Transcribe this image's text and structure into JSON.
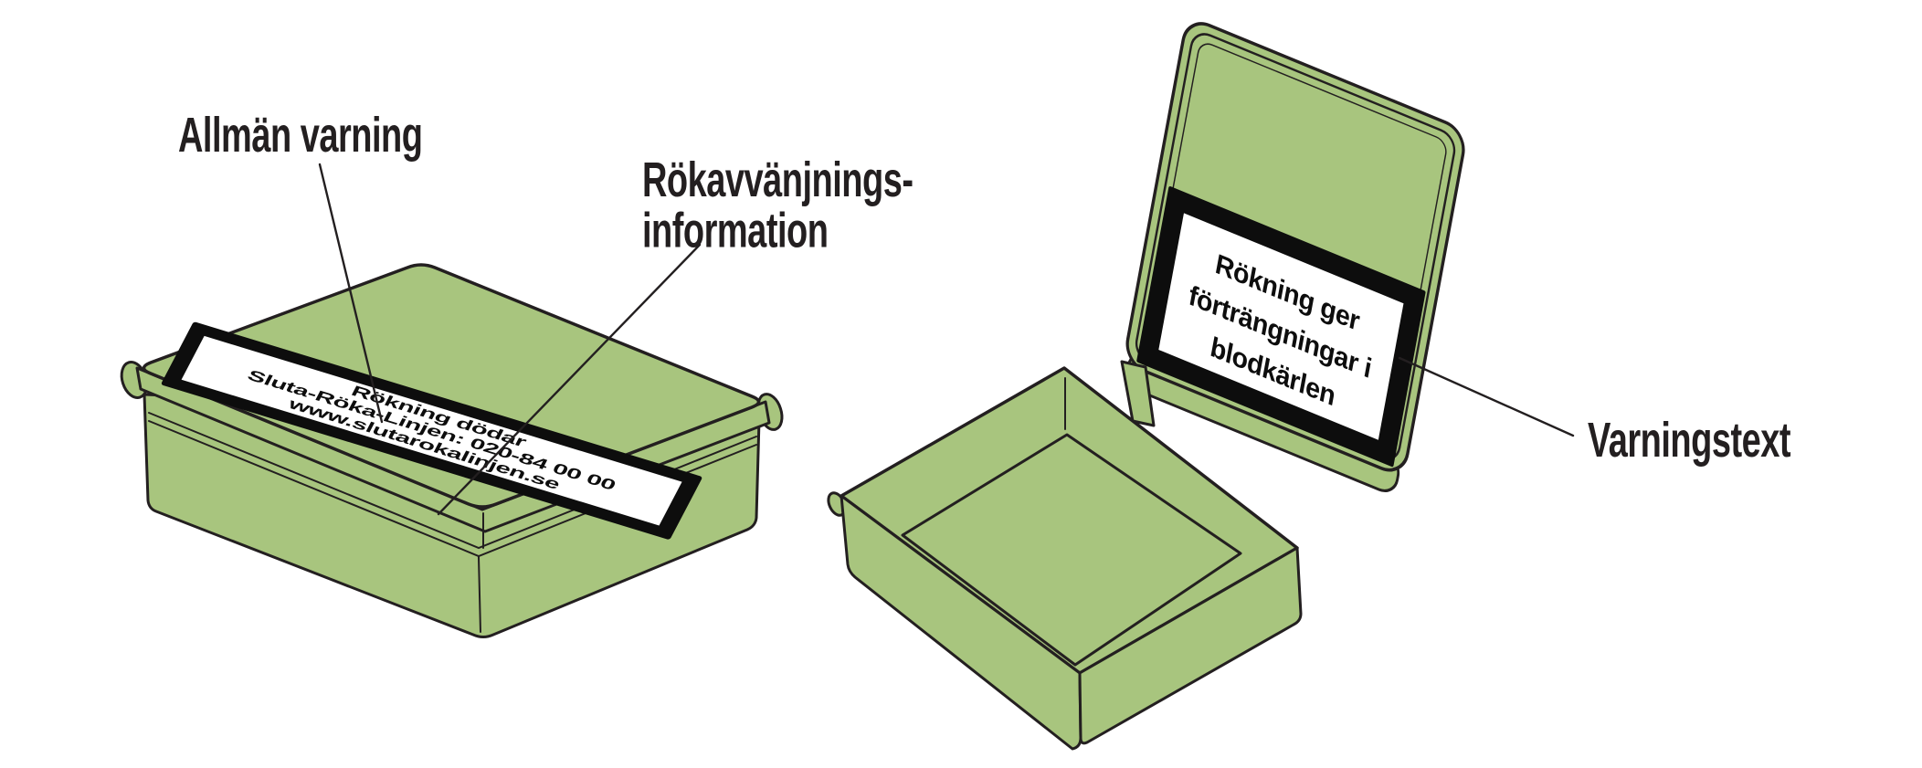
{
  "diagram": {
    "title": "Snus box warning label diagram",
    "colors": {
      "box_green": "#a8c57e",
      "outline": "#231f20",
      "label_frame": "#0d0d0d",
      "label_bg": "#ffffff",
      "background": "#ffffff"
    },
    "annotations": {
      "general_warning": "Allmän varning",
      "cessation_info_line1": "Rökavvänjnings-",
      "cessation_info_line2": "information",
      "warning_text": "Varningstext"
    },
    "closed_box_label": {
      "line1": "Rökning dödar",
      "line2": "Sluta-Röka-Linjen: 020-84 00 00",
      "line3": "www.slutarokalinjen.se"
    },
    "open_box_label": {
      "line1": "Rökning ger",
      "line2": "förträngningar i",
      "line3": "blodkärlen"
    }
  }
}
